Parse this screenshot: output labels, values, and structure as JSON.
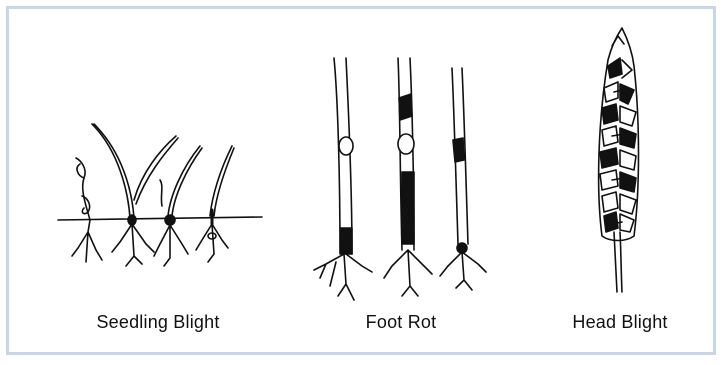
{
  "figure": {
    "panels": [
      {
        "caption": "Seedling Blight",
        "icon": "seedling-plants-illustration"
      },
      {
        "caption": "Foot Rot",
        "icon": "stem-with-roots-illustration"
      },
      {
        "caption": "Head Blight",
        "icon": "wheat-head-illustration"
      }
    ],
    "colors": {
      "border": "#c9d6ea",
      "ink": "#111111",
      "background": "#ffffff"
    }
  }
}
